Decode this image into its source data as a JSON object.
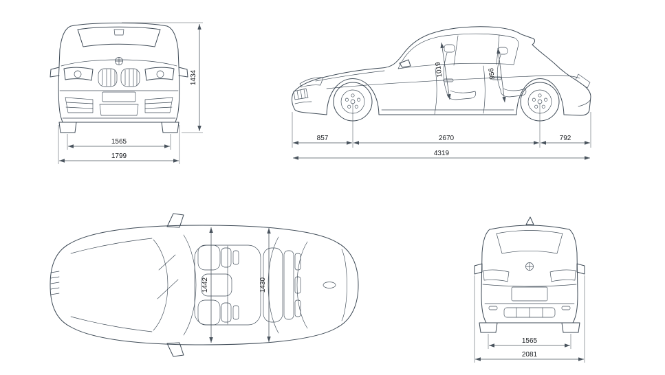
{
  "colors": {
    "outline": "#3d4955",
    "dimline": "#4a545e",
    "dimtext": "#16191d",
    "bg": "#ffffff"
  },
  "views": {
    "front": {
      "dims": {
        "overall_height": "1434",
        "front_track": "1565",
        "overall_width": "1799"
      }
    },
    "side": {
      "dims": {
        "front_headroom": "1019",
        "rear_headroom": "956",
        "front_overhang": "857",
        "wheelbase": "2670",
        "rear_overhang": "792",
        "overall_length": "4319"
      }
    },
    "top": {
      "dims": {
        "front_interior_width": "1442",
        "rear_interior_width": "1430"
      }
    },
    "rear": {
      "dims": {
        "rear_track": "1565",
        "width_incl_mirrors": "2081"
      }
    }
  }
}
